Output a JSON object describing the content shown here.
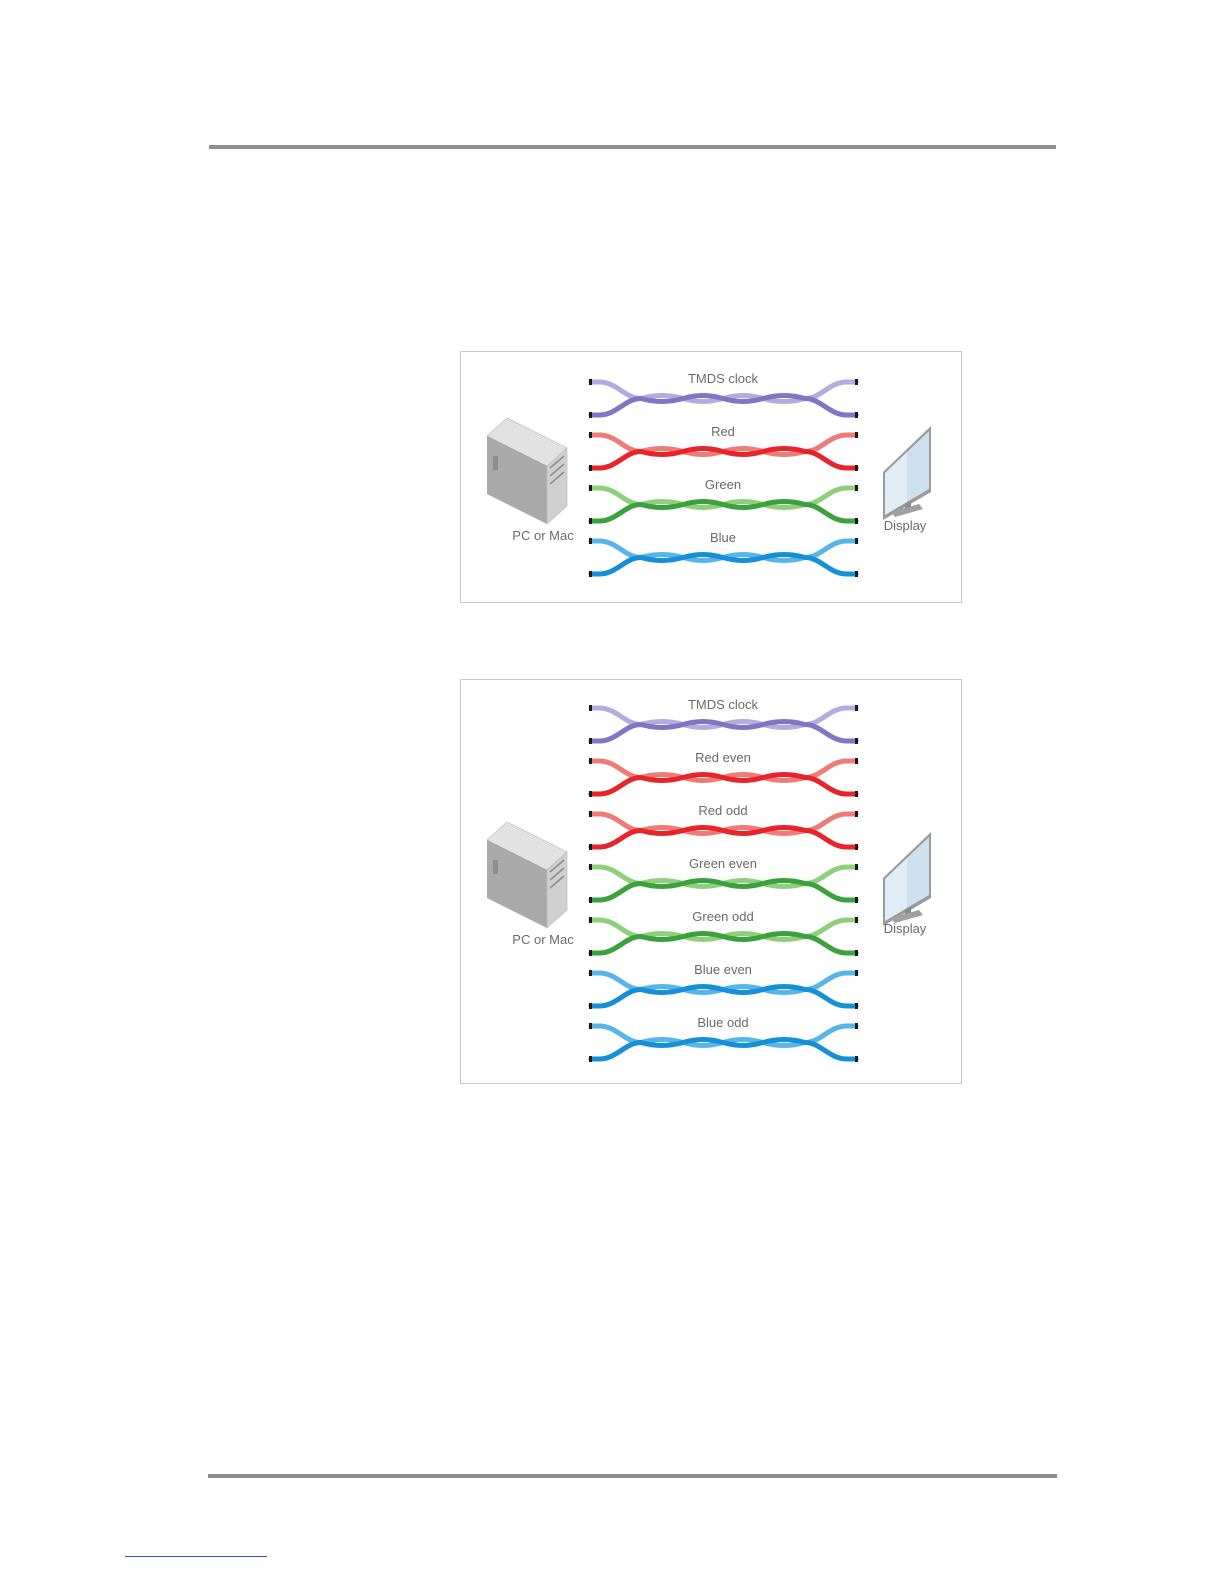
{
  "diagrams": [
    {
      "pc_label": "PC or Mac",
      "display_label": "Display",
      "pairs": [
        {
          "label": "TMDS clock",
          "color": "#8076c4",
          "light": "#b3acdf"
        },
        {
          "label": "Red",
          "color": "#e8242b",
          "light": "#f07a76"
        },
        {
          "label": "Green",
          "color": "#3aa13c",
          "light": "#8fcf7c"
        },
        {
          "label": "Blue",
          "color": "#1590d6",
          "light": "#57b5ea"
        }
      ]
    },
    {
      "pc_label": "PC or Mac",
      "display_label": "Display",
      "pairs": [
        {
          "label": "TMDS clock",
          "color": "#8076c4",
          "light": "#b3acdf"
        },
        {
          "label": "Red even",
          "color": "#e8242b",
          "light": "#f07a76"
        },
        {
          "label": "Red odd",
          "color": "#e8242b",
          "light": "#f07a76"
        },
        {
          "label": "Green even",
          "color": "#3aa13c",
          "light": "#8fcf7c"
        },
        {
          "label": "Green odd",
          "color": "#3aa13c",
          "light": "#8fcf7c"
        },
        {
          "label": "Blue even",
          "color": "#1590d6",
          "light": "#57b5ea"
        },
        {
          "label": "Blue odd",
          "color": "#1590d6",
          "light": "#57b5ea"
        }
      ]
    }
  ]
}
